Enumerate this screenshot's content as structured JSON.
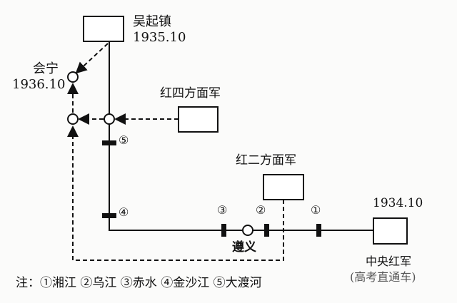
{
  "nodes": {
    "wuqi": {
      "name": "吴起镇",
      "date": "1935.10"
    },
    "huining": {
      "name": "会宁",
      "date": "1936.10"
    },
    "fourth_army": {
      "name": "红四方面军"
    },
    "second_army": {
      "name": "红二方面军"
    },
    "zunyi": {
      "name": "遵义"
    },
    "central_army": {
      "name": "中央红军",
      "date": "1934.10",
      "origin": "(高考直通车)"
    }
  },
  "rivers": [
    "①",
    "②",
    "③",
    "④",
    "⑤"
  ],
  "note": "注：①湘江 ②乌江 ③赤水 ④金沙江 ⑤大渡河",
  "watermark": "高考直通车"
}
